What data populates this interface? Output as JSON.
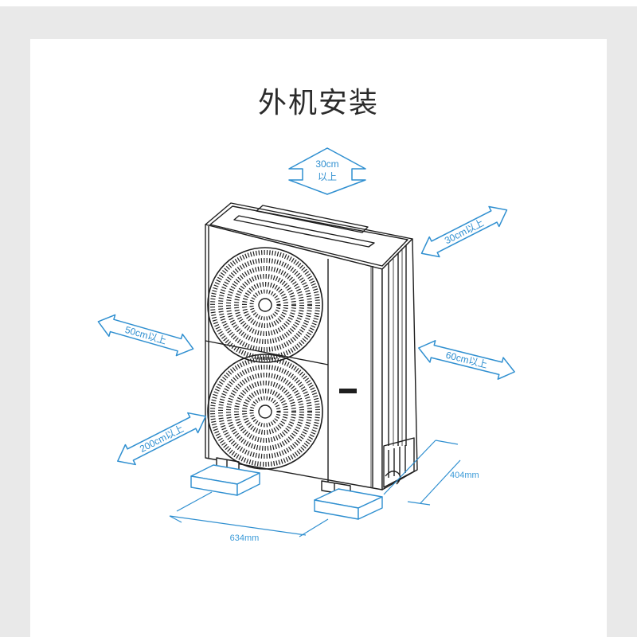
{
  "title": "外机安装",
  "clearances": {
    "top_value": "30cm",
    "top_suffix": "以上",
    "back_right": "30cm以上",
    "left": "50cm以上",
    "right": "60cm以上",
    "front": "200cm以上"
  },
  "dimensions": {
    "width": "634mm",
    "depth": "404mm"
  },
  "colors": {
    "accent": "#2f8fd0",
    "line": "#1e1e1e"
  }
}
